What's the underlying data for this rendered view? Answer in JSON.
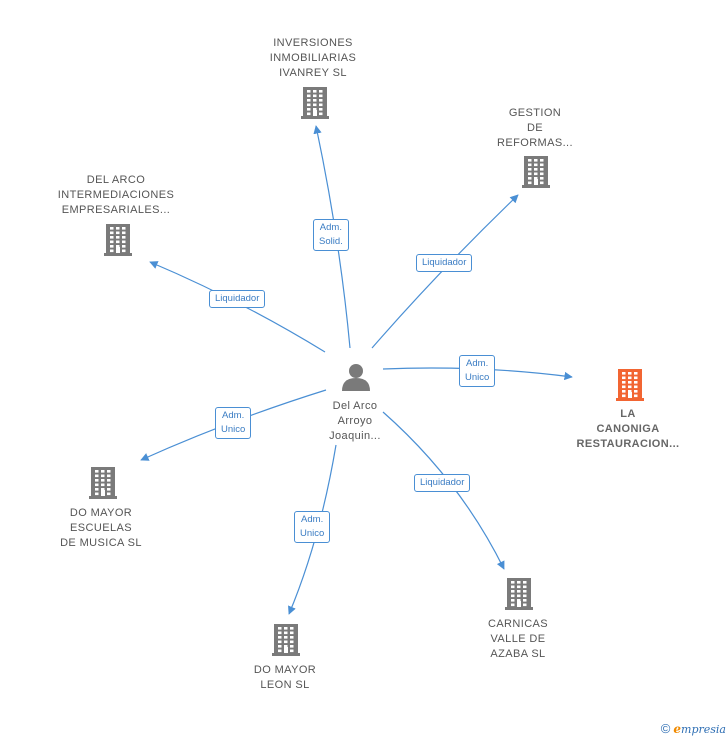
{
  "colors": {
    "edge": "#4a8fd4",
    "building": "#7a7a7a",
    "highlight": "#f26532",
    "person": "#7a7a7a"
  },
  "center": {
    "lines": [
      "Del Arco",
      "Arroyo",
      "Joaquin..."
    ],
    "icon": "person-icon"
  },
  "nodes": [
    {
      "id": "inversiones",
      "lines": [
        "INVERSIONES",
        "INMOBILIARIAS",
        "IVANREY  SL"
      ],
      "icon": "building-icon",
      "highlight": false
    },
    {
      "id": "gestion",
      "lines": [
        "GESTION",
        "DE",
        "REFORMAS..."
      ],
      "icon": "building-icon",
      "highlight": false
    },
    {
      "id": "delarco",
      "lines": [
        "DEL ARCO",
        "INTERMEDIACIONES",
        "EMPRESARIALES..."
      ],
      "icon": "building-icon",
      "highlight": false
    },
    {
      "id": "canoniga",
      "lines": [
        "LA",
        "CANONIGA",
        "RESTAURACION..."
      ],
      "icon": "building-icon",
      "highlight": true
    },
    {
      "id": "escuelas",
      "lines": [
        "DO MAYOR",
        "ESCUELAS",
        "DE MUSICA SL"
      ],
      "icon": "building-icon",
      "highlight": false
    },
    {
      "id": "leon",
      "lines": [
        "DO MAYOR",
        "LEON SL"
      ],
      "icon": "building-icon",
      "highlight": false
    },
    {
      "id": "carnicas",
      "lines": [
        "CARNICAS",
        "VALLE DE",
        "AZABA SL"
      ],
      "icon": "building-icon",
      "highlight": false
    }
  ],
  "edges": [
    {
      "to": "inversiones",
      "lines": [
        "Adm.",
        "Solid."
      ]
    },
    {
      "to": "gestion",
      "lines": [
        "Liquidador"
      ]
    },
    {
      "to": "delarco",
      "lines": [
        "Liquidador"
      ]
    },
    {
      "to": "canoniga",
      "lines": [
        "Adm.",
        "Unico"
      ]
    },
    {
      "to": "escuelas",
      "lines": [
        "Adm.",
        "Unico"
      ]
    },
    {
      "to": "leon",
      "lines": [
        "Adm.",
        "Unico"
      ]
    },
    {
      "to": "carnicas",
      "lines": [
        "Liquidador"
      ]
    }
  ],
  "footer": {
    "copyright": "©",
    "brand_first": "e",
    "brand_rest": "mpresia"
  }
}
